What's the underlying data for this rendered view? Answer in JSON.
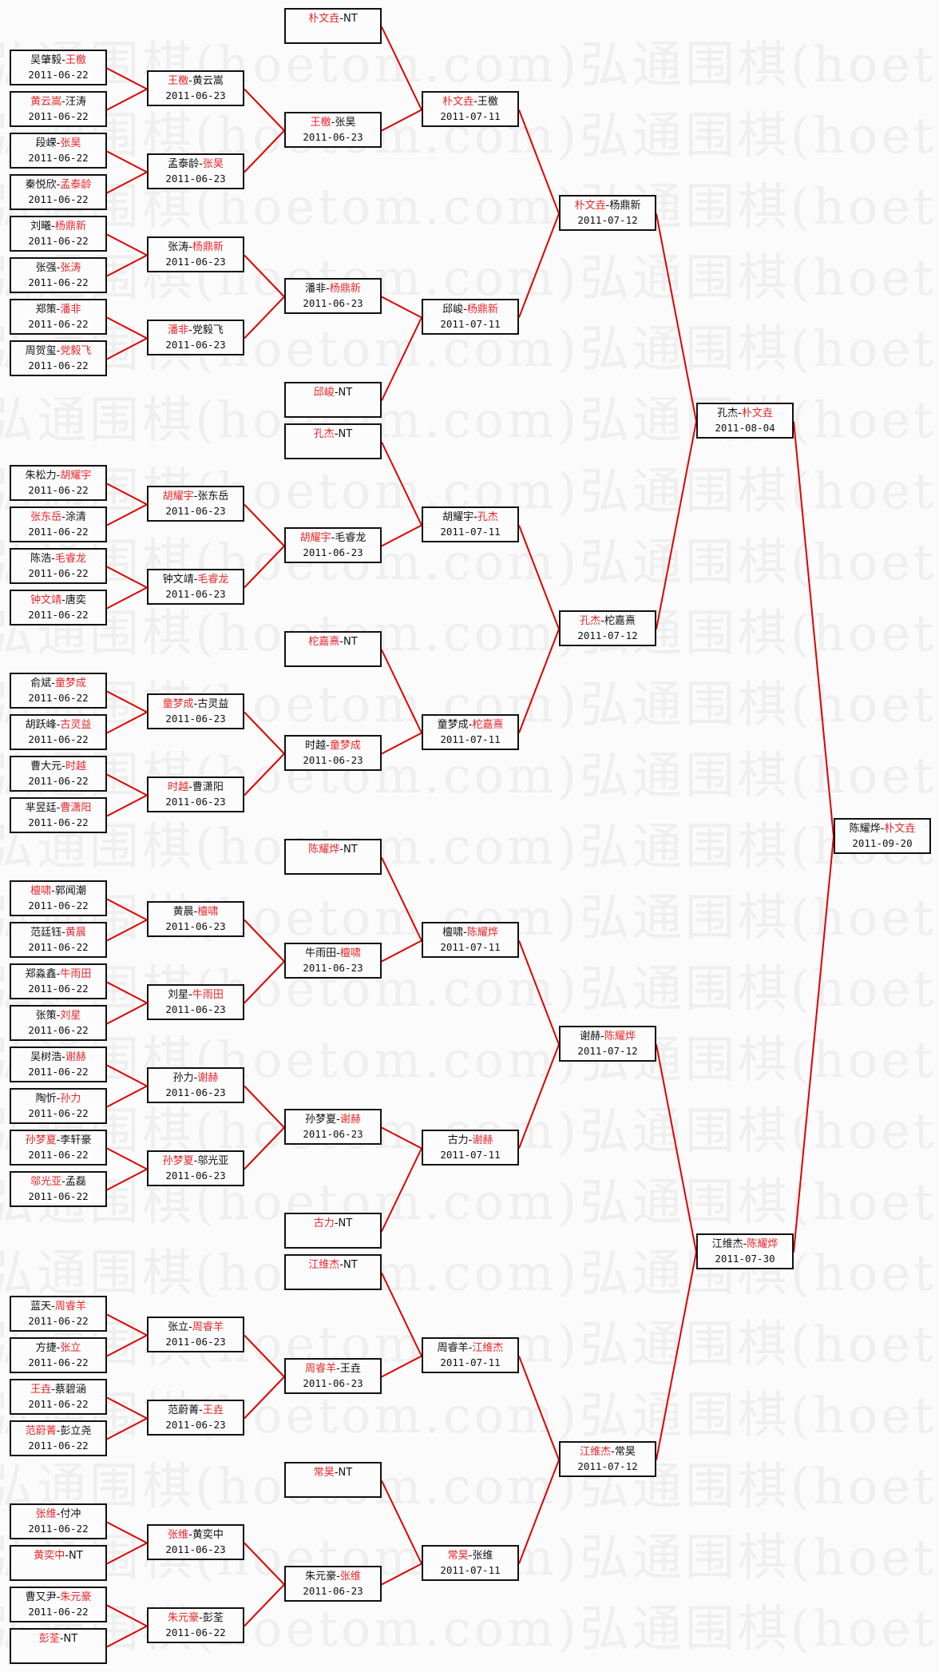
{
  "watermark": "弘通围棋(hoetom.com)弘通围棋(hoetom.com)",
  "colors": {
    "winner": "#e8262b",
    "connector": "#e00000",
    "border": "#111111"
  },
  "separator": "-",
  "rounds": [
    [
      {
        "p": [
          "吴肇毅",
          "王檄"
        ],
        "w": 1,
        "date": "2011-06-22"
      },
      {
        "p": [
          "黄云嵩",
          "汪涛"
        ],
        "w": 0,
        "date": "2011-06-22"
      },
      {
        "p": [
          "段嵘",
          "张昊"
        ],
        "w": 1,
        "date": "2011-06-22"
      },
      {
        "p": [
          "秦悦欣",
          "孟泰龄"
        ],
        "w": 1,
        "date": "2011-06-22"
      },
      {
        "p": [
          "刘曦",
          "杨鼎新"
        ],
        "w": 1,
        "date": "2011-06-22"
      },
      {
        "p": [
          "张强",
          "张涛"
        ],
        "w": 1,
        "date": "2011-06-22"
      },
      {
        "p": [
          "郑策",
          "潘非"
        ],
        "w": 1,
        "date": "2011-06-22"
      },
      {
        "p": [
          "周贺玺",
          "党毅飞"
        ],
        "w": 1,
        "date": "2011-06-22"
      },
      {
        "p": [
          "朱松力",
          "胡耀宇"
        ],
        "w": 1,
        "date": "2011-06-22"
      },
      {
        "p": [
          "张东岳",
          "涂清"
        ],
        "w": 0,
        "date": "2011-06-22"
      },
      {
        "p": [
          "陈浩",
          "毛睿龙"
        ],
        "w": 1,
        "date": "2011-06-22"
      },
      {
        "p": [
          "钟文靖",
          "唐奕"
        ],
        "w": 0,
        "date": "2011-06-22"
      },
      {
        "p": [
          "俞斌",
          "童梦成"
        ],
        "w": 1,
        "date": "2011-06-22"
      },
      {
        "p": [
          "胡跃峰",
          "古灵益"
        ],
        "w": 1,
        "date": "2011-06-22"
      },
      {
        "p": [
          "曹大元",
          "时越"
        ],
        "w": 1,
        "date": "2011-06-22"
      },
      {
        "p": [
          "芈昱廷",
          "曹潇阳"
        ],
        "w": 1,
        "date": "2011-06-22"
      },
      {
        "p": [
          "檀啸",
          "郭闻潮"
        ],
        "w": 0,
        "date": "2011-06-22"
      },
      {
        "p": [
          "范廷钰",
          "黄晨"
        ],
        "w": 1,
        "date": "2011-06-22"
      },
      {
        "p": [
          "郑淼鑫",
          "牛雨田"
        ],
        "w": 1,
        "date": "2011-06-22"
      },
      {
        "p": [
          "张策",
          "刘星"
        ],
        "w": 1,
        "date": "2011-06-22"
      },
      {
        "p": [
          "吴树浩",
          "谢赫"
        ],
        "w": 1,
        "date": "2011-06-22"
      },
      {
        "p": [
          "陶忻",
          "孙力"
        ],
        "w": 1,
        "date": "2011-06-22"
      },
      {
        "p": [
          "孙梦夏",
          "李轩豪"
        ],
        "w": 0,
        "date": "2011-06-22"
      },
      {
        "p": [
          "邬光亚",
          "孟磊"
        ],
        "w": 0,
        "date": "2011-06-22"
      },
      {
        "p": [
          "蓝天",
          "周睿羊"
        ],
        "w": 1,
        "date": "2011-06-22"
      },
      {
        "p": [
          "方捷",
          "张立"
        ],
        "w": 1,
        "date": "2011-06-22"
      },
      {
        "p": [
          "王垚",
          "蔡碧涵"
        ],
        "w": 0,
        "date": "2011-06-22"
      },
      {
        "p": [
          "范蔚菁",
          "彭立尧"
        ],
        "w": 0,
        "date": "2011-06-22"
      },
      {
        "p": [
          "张维",
          "付冲"
        ],
        "w": 0,
        "date": "2011-06-22"
      },
      {
        "p": [
          "黄奕中",
          "NT"
        ],
        "w": 0,
        "date": ""
      },
      {
        "p": [
          "曹又尹",
          "朱元豪"
        ],
        "w": 1,
        "date": "2011-06-22"
      },
      {
        "p": [
          "彭荃",
          "NT"
        ],
        "w": 0,
        "date": ""
      }
    ],
    [
      {
        "p": [
          "王檄",
          "黄云嵩"
        ],
        "w": 0,
        "date": "2011-06-23"
      },
      {
        "p": [
          "孟泰龄",
          "张昊"
        ],
        "w": 1,
        "date": "2011-06-23"
      },
      {
        "p": [
          "张涛",
          "杨鼎新"
        ],
        "w": 1,
        "date": "2011-06-23"
      },
      {
        "p": [
          "潘非",
          "党毅飞"
        ],
        "w": 0,
        "date": "2011-06-23"
      },
      {
        "p": [
          "胡耀宇",
          "张东岳"
        ],
        "w": 0,
        "date": "2011-06-23"
      },
      {
        "p": [
          "钟文靖",
          "毛睿龙"
        ],
        "w": 1,
        "date": "2011-06-23"
      },
      {
        "p": [
          "童梦成",
          "古灵益"
        ],
        "w": 0,
        "date": "2011-06-23"
      },
      {
        "p": [
          "时越",
          "曹潇阳"
        ],
        "w": 0,
        "date": "2011-06-23"
      },
      {
        "p": [
          "黄晨",
          "檀啸"
        ],
        "w": 1,
        "date": "2011-06-23"
      },
      {
        "p": [
          "刘星",
          "牛雨田"
        ],
        "w": 1,
        "date": "2011-06-23"
      },
      {
        "p": [
          "孙力",
          "谢赫"
        ],
        "w": 1,
        "date": "2011-06-23"
      },
      {
        "p": [
          "孙梦夏",
          "邬光亚"
        ],
        "w": 0,
        "date": "2011-06-23"
      },
      {
        "p": [
          "张立",
          "周睿羊"
        ],
        "w": 1,
        "date": "2011-06-23"
      },
      {
        "p": [
          "范蔚菁",
          "王垚"
        ],
        "w": 1,
        "date": "2011-06-23"
      },
      {
        "p": [
          "张维",
          "黄奕中"
        ],
        "w": 0,
        "date": "2011-06-23"
      },
      {
        "p": [
          "朱元豪",
          "彭荃"
        ],
        "w": 0,
        "date": "2011-06-22"
      }
    ],
    [
      {
        "p": [
          "朴文垚",
          "NT"
        ],
        "w": 0,
        "date": ""
      },
      {
        "p": [
          "王檄",
          "张昊"
        ],
        "w": 0,
        "date": "2011-06-23"
      },
      {
        "p": [
          "潘非",
          "杨鼎新"
        ],
        "w": 1,
        "date": "2011-06-23"
      },
      {
        "p": [
          "邱峻",
          "NT"
        ],
        "w": 0,
        "date": ""
      },
      {
        "p": [
          "孔杰",
          "NT"
        ],
        "w": 0,
        "date": ""
      },
      {
        "p": [
          "胡耀宇",
          "毛睿龙"
        ],
        "w": 0,
        "date": "2011-06-23"
      },
      {
        "p": [
          "柁嘉熹",
          "NT"
        ],
        "w": 0,
        "date": ""
      },
      {
        "p": [
          "时越",
          "童梦成"
        ],
        "w": 1,
        "date": "2011-06-23"
      },
      {
        "p": [
          "陈耀烨",
          "NT"
        ],
        "w": 0,
        "date": ""
      },
      {
        "p": [
          "牛雨田",
          "檀啸"
        ],
        "w": 1,
        "date": "2011-06-23"
      },
      {
        "p": [
          "孙梦夏",
          "谢赫"
        ],
        "w": 1,
        "date": "2011-06-23"
      },
      {
        "p": [
          "古力",
          "NT"
        ],
        "w": 0,
        "date": ""
      },
      {
        "p": [
          "江维杰",
          "NT"
        ],
        "w": 0,
        "date": ""
      },
      {
        "p": [
          "周睿羊",
          "王垚"
        ],
        "w": 0,
        "date": "2011-06-23"
      },
      {
        "p": [
          "常昊",
          "NT"
        ],
        "w": 0,
        "date": ""
      },
      {
        "p": [
          "朱元豪",
          "张维"
        ],
        "w": 1,
        "date": "2011-06-23"
      }
    ],
    [
      {
        "p": [
          "朴文垚",
          "王檄"
        ],
        "w": 0,
        "date": "2011-07-11"
      },
      {
        "p": [
          "邱峻",
          "杨鼎新"
        ],
        "w": 1,
        "date": "2011-07-11"
      },
      {
        "p": [
          "胡耀宇",
          "孔杰"
        ],
        "w": 1,
        "date": "2011-07-11"
      },
      {
        "p": [
          "童梦成",
          "柁嘉熹"
        ],
        "w": 1,
        "date": "2011-07-11"
      },
      {
        "p": [
          "檀啸",
          "陈耀烨"
        ],
        "w": 1,
        "date": "2011-07-11"
      },
      {
        "p": [
          "古力",
          "谢赫"
        ],
        "w": 1,
        "date": "2011-07-11"
      },
      {
        "p": [
          "周睿羊",
          "江维杰"
        ],
        "w": 1,
        "date": "2011-07-11"
      },
      {
        "p": [
          "常昊",
          "张维"
        ],
        "w": 0,
        "date": "2011-07-11"
      }
    ],
    [
      {
        "p": [
          "朴文垚",
          "杨鼎新"
        ],
        "w": 0,
        "date": "2011-07-12"
      },
      {
        "p": [
          "孔杰",
          "柁嘉熹"
        ],
        "w": 0,
        "date": "2011-07-12"
      },
      {
        "p": [
          "谢赫",
          "陈耀烨"
        ],
        "w": 1,
        "date": "2011-07-12"
      },
      {
        "p": [
          "江维杰",
          "常昊"
        ],
        "w": 0,
        "date": "2011-07-12"
      }
    ],
    [
      {
        "p": [
          "孔杰",
          "朴文垚"
        ],
        "w": 1,
        "date": "2011-08-04"
      },
      {
        "p": [
          "江维杰",
          "陈耀烨"
        ],
        "w": 1,
        "date": "2011-07-30"
      }
    ],
    [
      {
        "p": [
          "陈耀烨",
          "朴文垚"
        ],
        "w": 1,
        "date": "2011-09-20"
      }
    ]
  ]
}
